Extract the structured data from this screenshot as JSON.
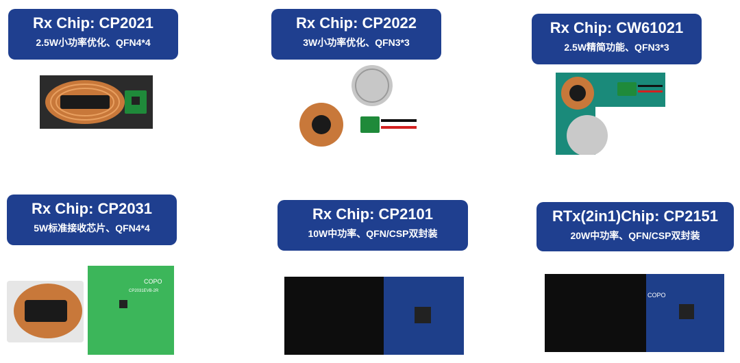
{
  "cards": [
    {
      "title": "Rx Chip: CP2021",
      "subtitle": "2.5W小功率优化、QFN4*4"
    },
    {
      "title": "Rx Chip: CP2022",
      "subtitle": "3W小功率优化、QFN3*3"
    },
    {
      "title": "Rx Chip: CW61021",
      "subtitle": "2.5W精简功能、QFN3*3"
    },
    {
      "title": "Rx Chip: CP2031",
      "subtitle": "5W标准接收芯片、QFN4*4"
    },
    {
      "title": "Rx Chip: CP2101",
      "subtitle": "10W中功率、QFN/CSP双封装"
    },
    {
      "title": "RTx(2in1)Chip: CP2151",
      "subtitle": "20W中功率、QFN/CSP双封装"
    }
  ],
  "colors": {
    "card_bg": "#1f3f8f",
    "coil_copper": "#c8783a",
    "pcb_green": "#1f8a3a",
    "pcb_blue": "#1e3f8a",
    "board_light_green": "#3cb65a"
  },
  "board_text": {
    "logo": "COPO",
    "model_label": "CP2031EVB-2R"
  }
}
